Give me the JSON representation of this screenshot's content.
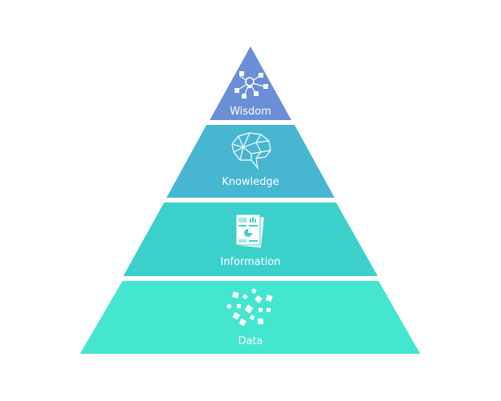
{
  "title": "DIKW Pyramid",
  "tiers": [
    {
      "label": "Wisdom",
      "icon": "lightbulb-network-icon",
      "color": "#6b8fd6"
    },
    {
      "label": "Knowledge",
      "icon": "brain-icon",
      "color": "#47b6d1"
    },
    {
      "label": "Information",
      "icon": "report-document-icon",
      "color": "#3cd0cb"
    },
    {
      "label": "Data",
      "icon": "scattered-squares-icon",
      "color": "#44e6d0"
    }
  ]
}
